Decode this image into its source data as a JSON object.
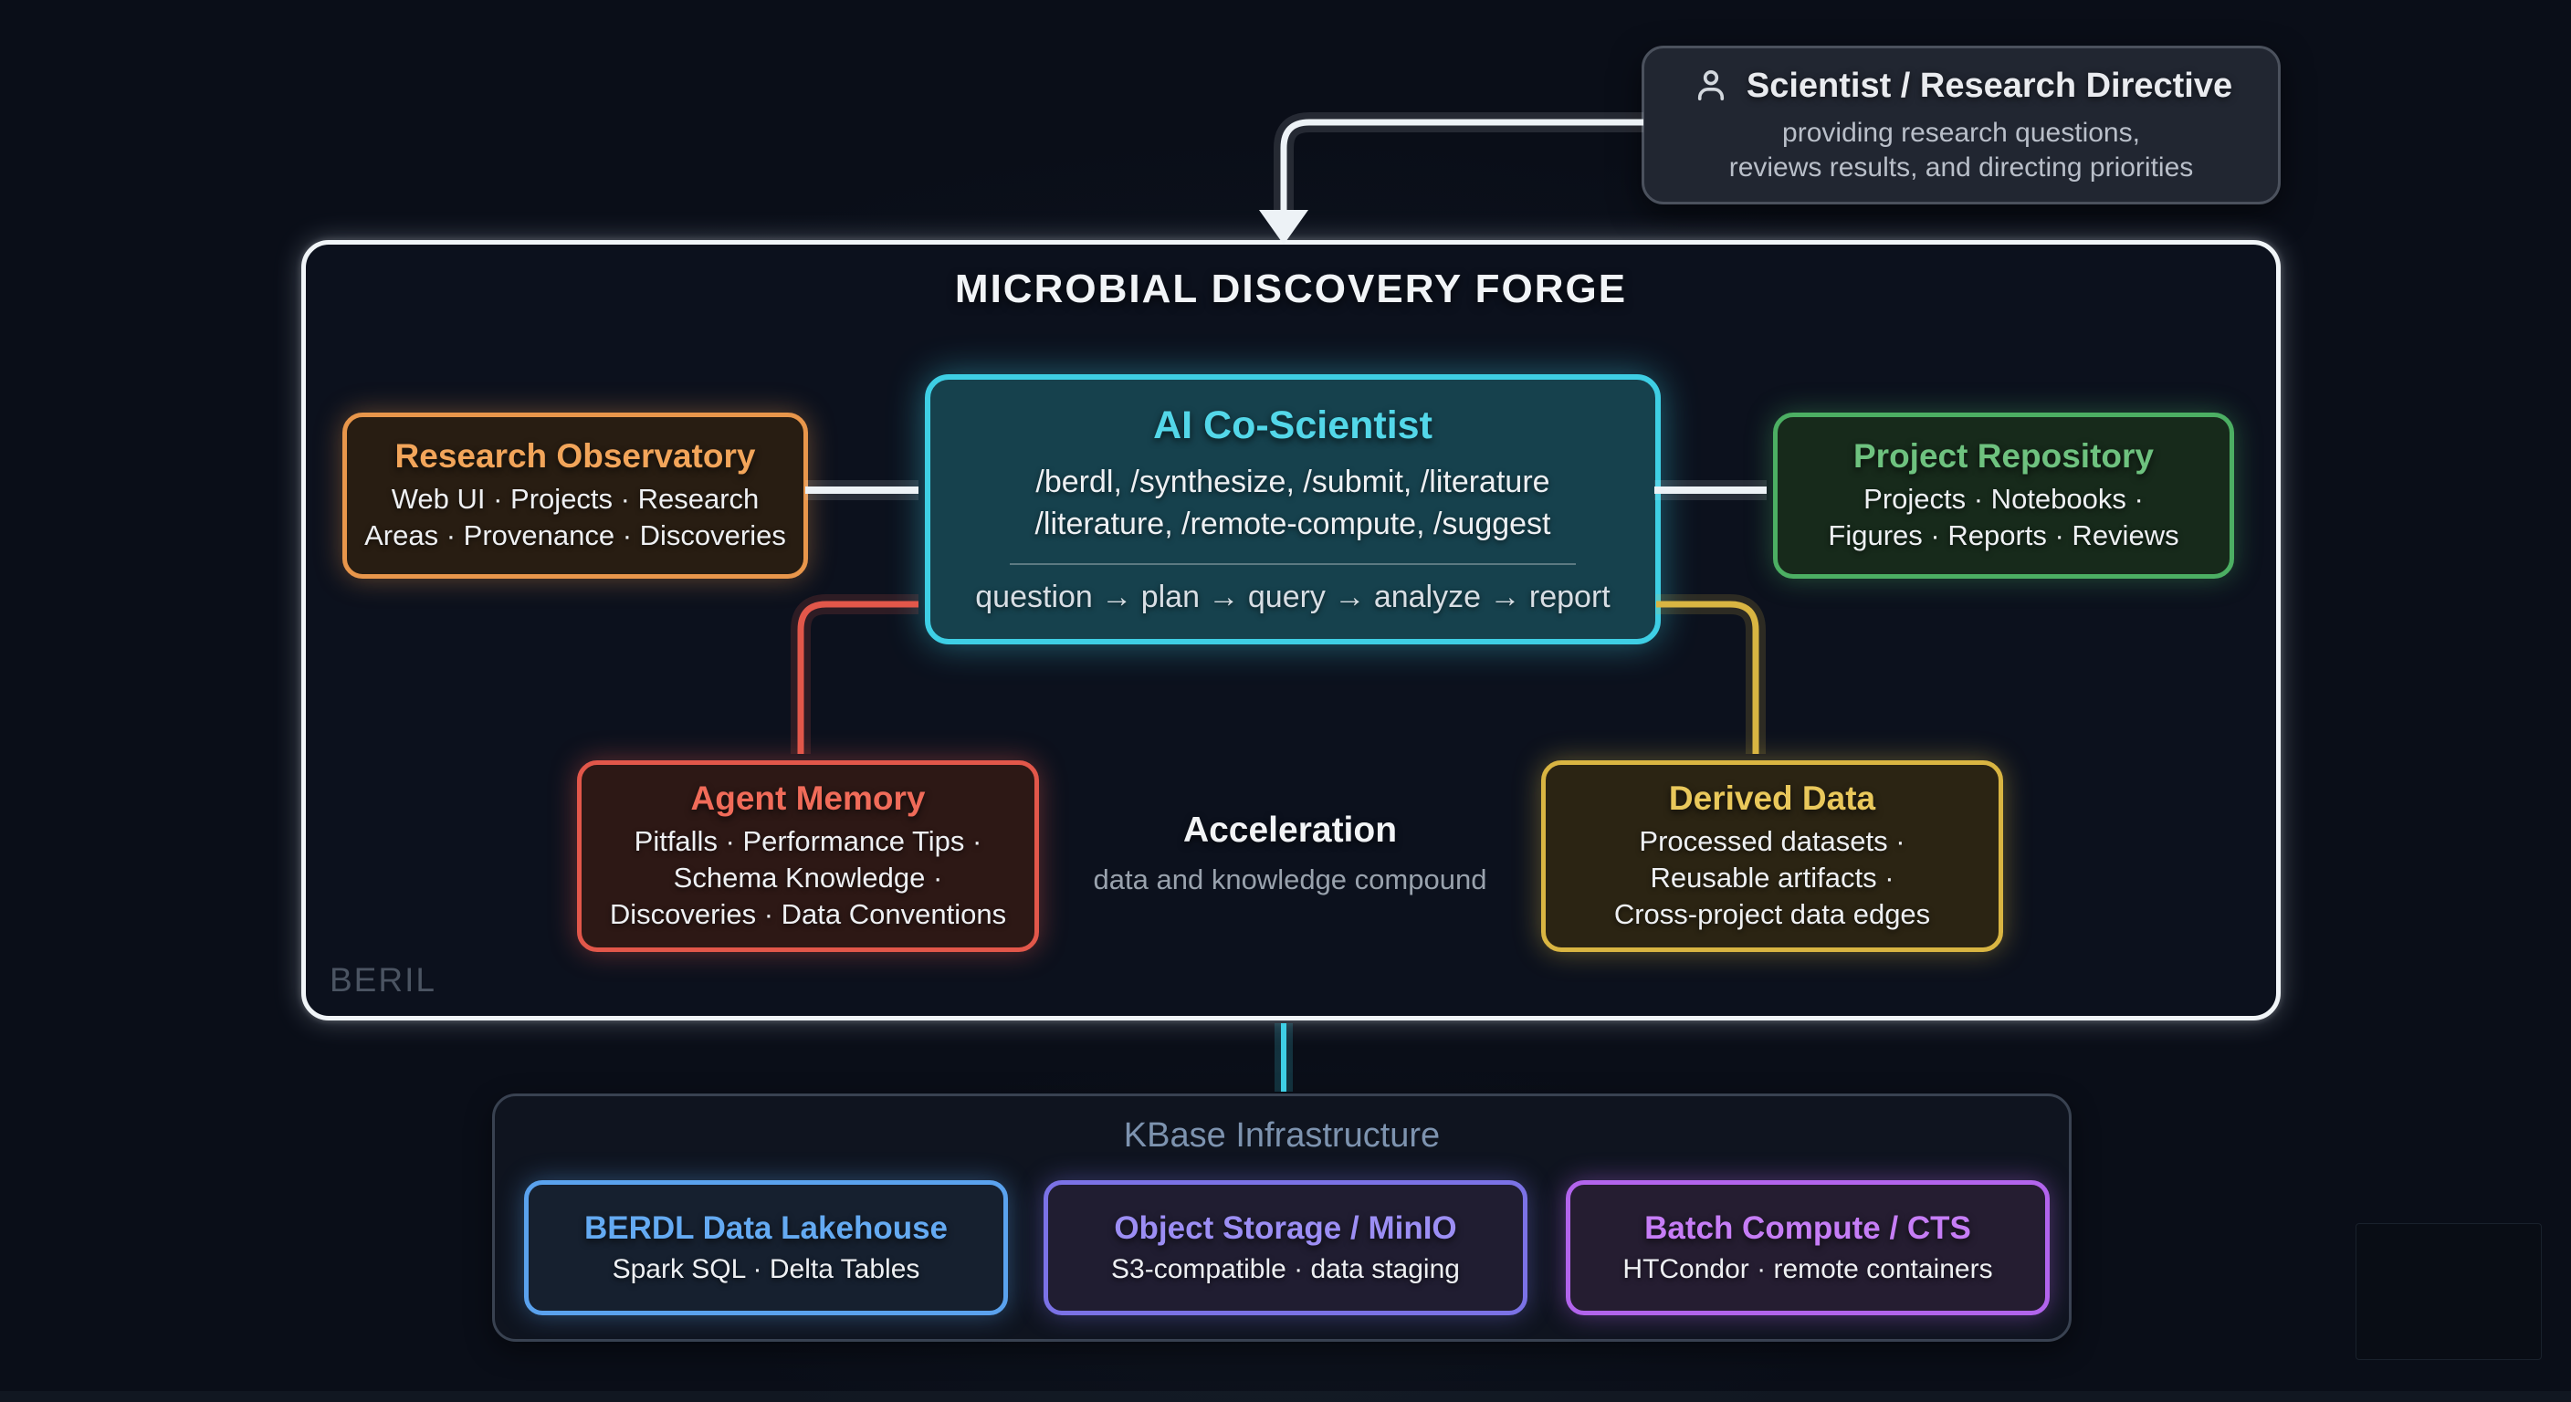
{
  "scientist": {
    "title": "Scientist / Research Directive",
    "subtitle_lines": [
      "providing research questions,",
      "reviews results, and directing priorities"
    ],
    "icon": "person-icon"
  },
  "forge": {
    "title": "MICROBIAL DISCOVERY FORGE",
    "watermark": "BERIL",
    "ai": {
      "title": "AI Co-Scientist",
      "commands_lines": [
        "/berdl, /synthesize, /submit, /literature",
        "/literature, /remote-compute, /suggest"
      ],
      "pipeline": "question → plan → query → analyze → report",
      "accent": "#3ecfe5"
    },
    "research_observatory": {
      "title": "Research Observatory",
      "body_lines": [
        "Web UI · Projects · Research",
        "Areas · Provenance · Discoveries"
      ],
      "accent": "#e8964b"
    },
    "project_repository": {
      "title": "Project Repository",
      "body_lines": [
        "Projects · Notebooks ·",
        "Figures · Reports · Reviews"
      ],
      "accent": "#4caf63"
    },
    "agent_memory": {
      "title": "Agent Memory",
      "body_lines": [
        "Pitfalls · Performance Tips ·",
        "Schema Knowledge ·",
        "Discoveries · Data Conventions"
      ],
      "accent": "#e2574a"
    },
    "derived_data": {
      "title": "Derived Data",
      "body_lines": [
        "Processed datasets ·",
        "Reusable artifacts ·",
        "Cross-project data edges"
      ],
      "accent": "#d9b542"
    },
    "acceleration": {
      "title": "Acceleration",
      "subtitle": "data and knowledge compound"
    }
  },
  "kbase": {
    "title": "KBase Infrastructure",
    "nodes": [
      {
        "title": "BERDL Data Lakehouse",
        "body": "Spark SQL · Delta Tables",
        "accent": "#5aa2ee"
      },
      {
        "title": "Object Storage / MinIO",
        "body": "S3-compatible · data staging",
        "accent": "#7b72e6"
      },
      {
        "title": "Batch Compute / CTS",
        "body": "HTCondor · remote containers",
        "accent": "#b264ec"
      }
    ]
  }
}
